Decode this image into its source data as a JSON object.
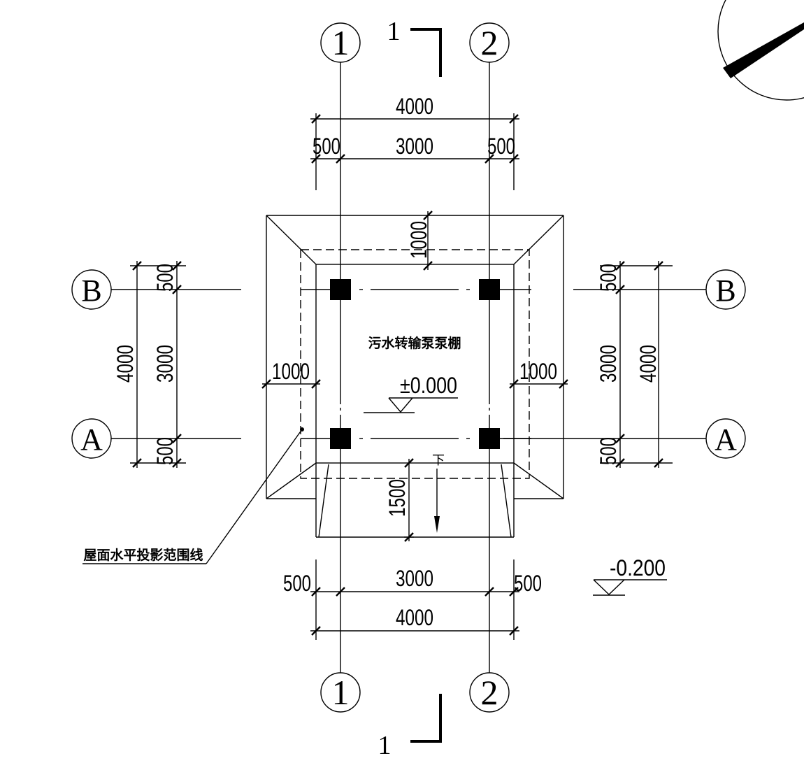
{
  "axes": {
    "top": [
      "1",
      "2"
    ],
    "bottom": [
      "1",
      "2"
    ],
    "left": [
      "B",
      "A"
    ],
    "right": [
      "B",
      "A"
    ]
  },
  "section_marks": {
    "top": "1",
    "bottom": "1"
  },
  "dimensions": {
    "top_overall": "4000",
    "top_segments": [
      "500",
      "3000",
      "500"
    ],
    "bottom_segments": [
      "500",
      "3000",
      "500"
    ],
    "bottom_overall": "4000",
    "left_overall": "4000",
    "left_segments": [
      "500",
      "3000",
      "500"
    ],
    "right_segments": [
      "500",
      "3000",
      "500"
    ],
    "right_overall": "4000",
    "eave_top": "1000",
    "eave_left": "1000",
    "eave_right": "1000",
    "ramp_length": "1500"
  },
  "room_name": "污水转输泵泵棚",
  "floor_elevation": "±0.000",
  "ground_elevation": "-0.200",
  "ramp_direction": "下",
  "roof_projection_label": "屋面水平投影范围线",
  "colors": {
    "line": "#000000",
    "background": "#ffffff",
    "column_fill": "#000000"
  }
}
